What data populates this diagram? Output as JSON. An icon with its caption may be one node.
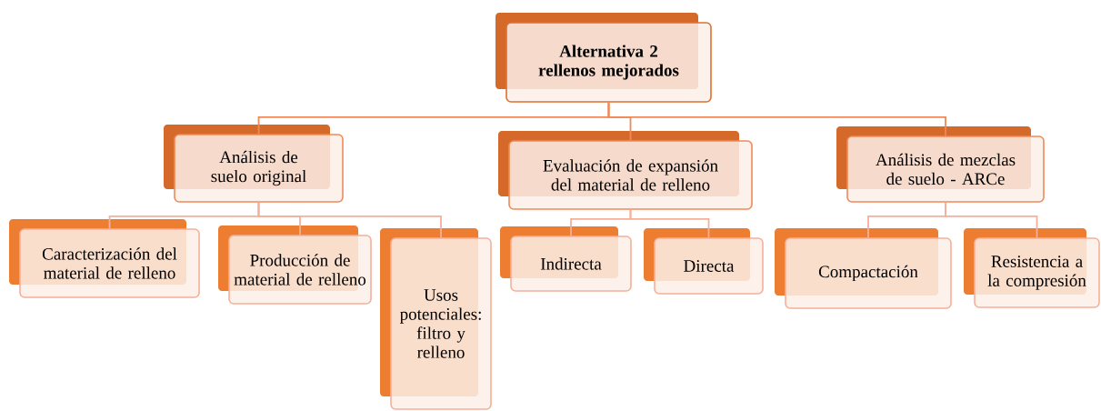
{
  "diagram": {
    "nodes": [
      {
        "text": [
          "Alternativa 2 rellenos mejorados"
        ]
      },
      {
        "text": [
          "Análisis de suelo original"
        ]
      },
      {
        "text": [
          "Evaluación de expansión del material de relleno"
        ]
      },
      {
        "text": [
          "Análisis de mezclas de suelo - ARCe"
        ]
      },
      {
        "text": [
          "Caracterización del material de relleno"
        ]
      },
      {
        "text": [
          "Producción de material de relleno"
        ]
      },
      {
        "text": [
          "Usos potenciales: filtro y relleno"
        ]
      },
      {
        "text": [
          "Indirecta"
        ]
      },
      {
        "text": [
          "Directa"
        ]
      },
      {
        "text": [
          "Compactación"
        ]
      },
      {
        "text": [
          "Resistencia a la compresión"
        ]
      }
    ],
    "edges": [
      {
        "from": 0,
        "to": 1,
        "arrow": "none"
      },
      {
        "from": 0,
        "to": 2,
        "arrow": "none"
      },
      {
        "from": 0,
        "to": 3,
        "arrow": "none"
      },
      {
        "from": 1,
        "to": 4,
        "arrow": "none"
      },
      {
        "from": 1,
        "to": 5,
        "arrow": "none"
      },
      {
        "from": 1,
        "to": 6,
        "arrow": "none"
      },
      {
        "from": 2,
        "to": 7,
        "arrow": "none"
      },
      {
        "from": 2,
        "to": 8,
        "arrow": "none"
      },
      {
        "from": 3,
        "to": 9,
        "arrow": "none"
      },
      {
        "from": 3,
        "to": 10,
        "arrow": "none"
      }
    ]
  }
}
